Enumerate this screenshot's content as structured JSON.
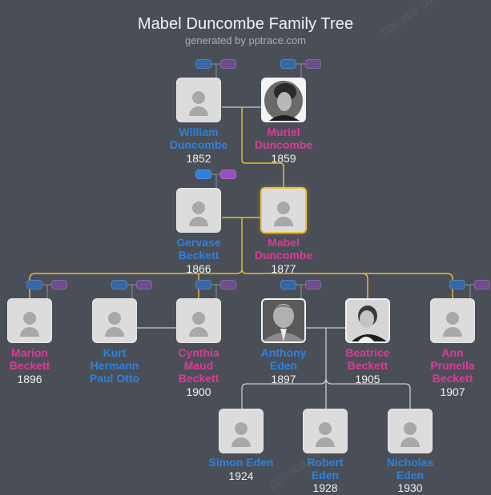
{
  "header": {
    "title": "Mabel Duncombe Family Tree",
    "subtitle": "generated by pptrace.com"
  },
  "watermark": "pptrace.com",
  "colors": {
    "background": "#4a4f57",
    "male": "#2b82e0",
    "female": "#e0389a",
    "focus_border": "#f0c040",
    "line_direct": "#e8b93a",
    "line_other": "#c8ccd2"
  },
  "people": {
    "william": {
      "name_1": "William",
      "name_2": "Duncombe",
      "name_3": "",
      "year": "1852",
      "gender": "male",
      "photo": false
    },
    "muriel": {
      "name_1": "Muriel",
      "name_2": "Duncombe",
      "name_3": "",
      "year": "1859",
      "gender": "female",
      "photo": true
    },
    "gervase": {
      "name_1": "Gervase",
      "name_2": "Beckett",
      "name_3": "",
      "year": "1866",
      "gender": "male",
      "photo": false
    },
    "mabel": {
      "name_1": "Mabel",
      "name_2": "Duncombe",
      "name_3": "",
      "year": "1877",
      "gender": "female",
      "photo": false,
      "focus": true
    },
    "marion": {
      "name_1": "Marion",
      "name_2": "Beckett",
      "name_3": "",
      "year": "1896",
      "gender": "female",
      "photo": false
    },
    "kurt": {
      "name_1": "Kurt",
      "name_2": "Hermann",
      "name_3": "Paul Otto",
      "year": "",
      "gender": "male",
      "photo": false
    },
    "cynthia": {
      "name_1": "Cynthia",
      "name_2": "Maud",
      "name_3": "Beckett",
      "year": "1900",
      "gender": "female",
      "photo": false
    },
    "anthony": {
      "name_1": "Anthony",
      "name_2": "Eden",
      "name_3": "",
      "year": "1897",
      "gender": "male",
      "photo": true
    },
    "beatrice": {
      "name_1": "Beatrice",
      "name_2": "Beckett",
      "name_3": "",
      "year": "1905",
      "gender": "female",
      "photo": true
    },
    "ann": {
      "name_1": "Ann",
      "name_2": "Prunella",
      "name_3": "Beckett",
      "year": "1907",
      "gender": "female",
      "photo": false
    },
    "simon": {
      "name_1": "Simon Eden",
      "name_2": "",
      "name_3": "",
      "year": "1924",
      "gender": "male",
      "photo": false
    },
    "robert": {
      "name_1": "Robert",
      "name_2": "Eden",
      "name_3": "",
      "year": "1928",
      "gender": "male",
      "photo": false
    },
    "nicholas": {
      "name_1": "Nicholas",
      "name_2": "Eden",
      "name_3": "",
      "year": "1930",
      "gender": "male",
      "photo": false
    }
  },
  "parent_buttons": {
    "father_label": "father",
    "mother_label": "mother"
  }
}
